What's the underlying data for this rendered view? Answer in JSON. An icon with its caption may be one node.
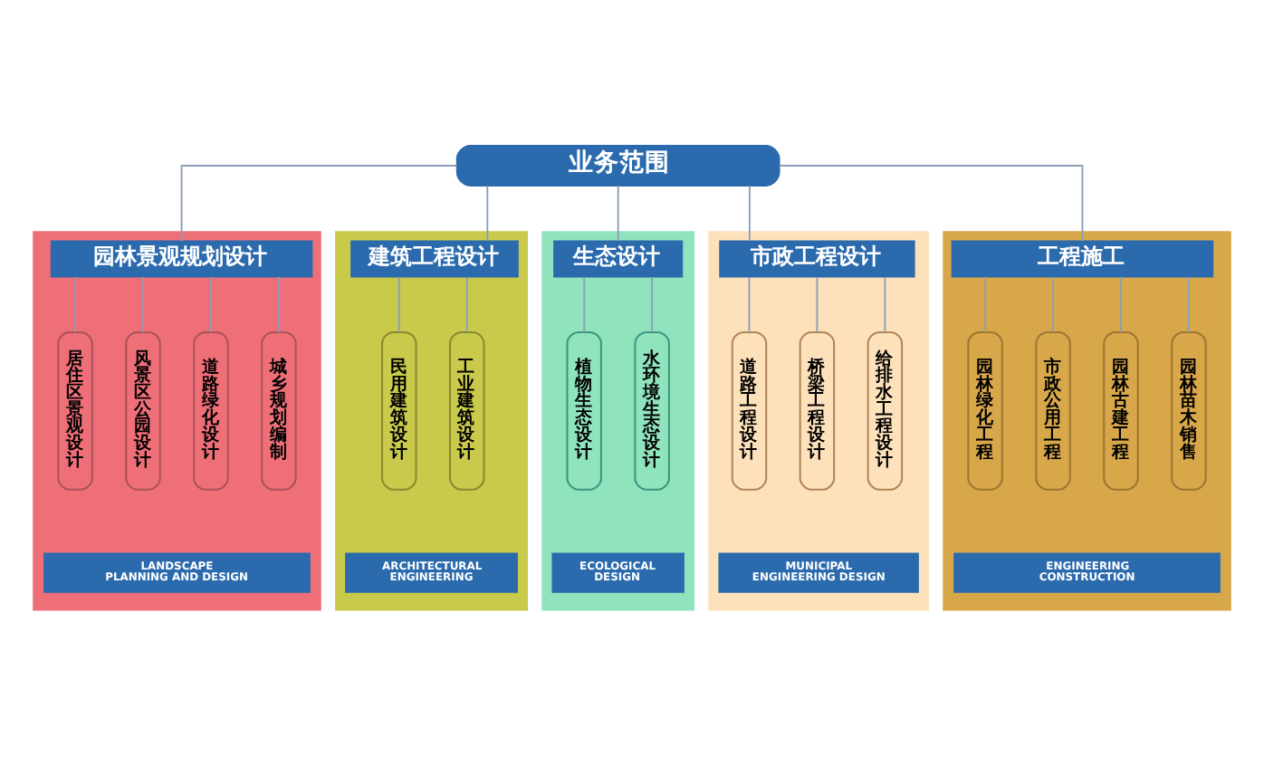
{
  "diagram": {
    "nodes": [
      {
        "text": [
          "业务范围"
        ]
      },
      {
        "text": [
          "园林景观规划设计",
          "LANDSCAPE PLANNING AND DESIGN"
        ]
      },
      {
        "text": [
          "居住区景观设计"
        ],
        "in": 1
      },
      {
        "text": [
          "风景区公园设计"
        ],
        "in": 1
      },
      {
        "text": [
          "道路绿化设计"
        ],
        "in": 1
      },
      {
        "text": [
          "城乡规划编制"
        ],
        "in": 1
      },
      {
        "text": [
          "建筑工程设计",
          "ARCHITECTURAL ENGINEERING"
        ]
      },
      {
        "text": [
          "民用建筑设计"
        ],
        "in": 6
      },
      {
        "text": [
          "工业建筑设计"
        ],
        "in": 6
      },
      {
        "text": [
          "生态设计",
          "ECOLOGICAL DESIGN"
        ]
      },
      {
        "text": [
          "植物生态设计"
        ],
        "in": 9
      },
      {
        "text": [
          "水环境生态设计"
        ],
        "in": 9
      },
      {
        "text": [
          "市政工程设计",
          "MUNICIPAL ENGINEERING DESIGN"
        ]
      },
      {
        "text": [
          "道路工程设计"
        ],
        "in": 12
      },
      {
        "text": [
          "桥梁工程设计"
        ],
        "in": 12
      },
      {
        "text": [
          "给排水工程设计"
        ],
        "in": 12
      },
      {
        "text": [
          "工程施工",
          "ENGINEERING CONSTRUCTION"
        ]
      },
      {
        "text": [
          "园林绿化工程"
        ],
        "in": 16
      },
      {
        "text": [
          "市政公用工程"
        ],
        "in": 16
      },
      {
        "text": [
          "园林古建工程"
        ],
        "in": 16
      },
      {
        "text": [
          "园林苗木销售"
        ],
        "in": 16
      }
    ],
    "edges": [
      {
        "from": 0,
        "to": 1,
        "arrow": "none"
      },
      {
        "from": 0,
        "to": 6,
        "arrow": "none"
      },
      {
        "from": 0,
        "to": 9,
        "arrow": "none"
      },
      {
        "from": 0,
        "to": 12,
        "arrow": "none"
      },
      {
        "from": 0,
        "to": 16,
        "arrow": "none"
      },
      {
        "from": 1,
        "to": 2,
        "arrow": "none"
      },
      {
        "from": 1,
        "to": 3,
        "arrow": "none"
      },
      {
        "from": 1,
        "to": 4,
        "arrow": "none"
      },
      {
        "from": 1,
        "to": 5,
        "arrow": "none"
      },
      {
        "from": 6,
        "to": 7,
        "arrow": "none"
      },
      {
        "from": 6,
        "to": 8,
        "arrow": "none"
      },
      {
        "from": 9,
        "to": 10,
        "arrow": "none"
      },
      {
        "from": 9,
        "to": 11,
        "arrow": "none"
      },
      {
        "from": 12,
        "to": 13,
        "arrow": "none"
      },
      {
        "from": 12,
        "to": 14,
        "arrow": "none"
      },
      {
        "from": 12,
        "to": 15,
        "arrow": "none"
      },
      {
        "from": 16,
        "to": 17,
        "arrow": "none"
      },
      {
        "from": 16,
        "to": 18,
        "arrow": "none"
      },
      {
        "from": 16,
        "to": 19,
        "arrow": "none"
      },
      {
        "from": 16,
        "to": 20,
        "arrow": "none"
      }
    ]
  }
}
